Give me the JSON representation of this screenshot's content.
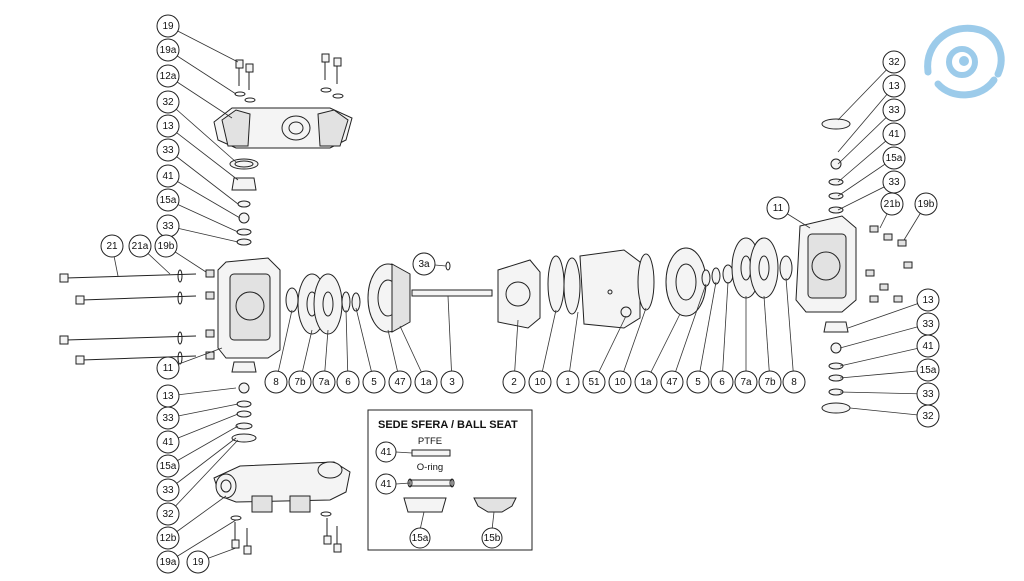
{
  "diagram": {
    "callouts": [
      "19",
      "19a",
      "12a",
      "32",
      "13",
      "33",
      "41",
      "15a",
      "33",
      "21",
      "21a",
      "19b",
      "11",
      "13",
      "33",
      "41",
      "15a",
      "33",
      "32",
      "12b",
      "19a",
      "19",
      "3a",
      "8",
      "7b",
      "7a",
      "6",
      "5",
      "47",
      "1a",
      "3",
      "2",
      "10",
      "1",
      "51",
      "10",
      "1a",
      "47",
      "5",
      "6",
      "7a",
      "7b",
      "8",
      "32",
      "13",
      "33",
      "41",
      "15a",
      "33",
      "11",
      "21b",
      "19b",
      "13",
      "33",
      "41",
      "15a",
      "33",
      "32"
    ],
    "inset": {
      "title": "SEDE SFERA / BALL SEAT",
      "ptfe_label": "PTFE",
      "oring_label": "O-ring",
      "ptfe_callout": "41",
      "oring_callout": "41",
      "seat_a": "15a",
      "seat_b": "15b"
    },
    "logo": {
      "name": "swirl-logo",
      "color": "#8fc3e6"
    }
  }
}
